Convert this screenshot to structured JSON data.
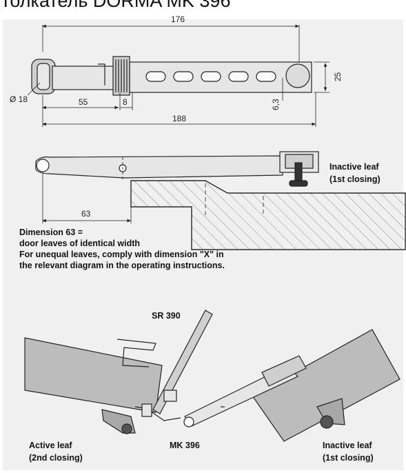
{
  "title": "Толкатель DORMA MK 396",
  "dimensions": {
    "d176": "176",
    "d25": "25",
    "d18": "Ø 18",
    "d55": "55",
    "d8": "8",
    "d63_3": "6,3",
    "d188": "188",
    "d63": "63"
  },
  "labels": {
    "inactive_leaf_1": "Inactive leaf",
    "inactive_leaf_1_sub": "(1st closing)",
    "sr390": "SR 390",
    "mk396": "MK 396",
    "active_leaf": "Active leaf",
    "active_leaf_sub": "(2nd closing)",
    "inactive_leaf_2": "Inactive leaf",
    "inactive_leaf_2_sub": "(1st closing)"
  },
  "notes": {
    "line1": "Dimension 63 =",
    "line2": "door leaves of identical width",
    "line3": "For unequal leaves, comply with dimension \"X\" in",
    "line4": "the relevant diagram in the operating instructions."
  },
  "colors": {
    "panel": "#f0f0f0",
    "metal": "#d0d0d0",
    "leaf": "#bcbcbc",
    "hatch": "#8a8a8a",
    "stroke": "#222222"
  }
}
